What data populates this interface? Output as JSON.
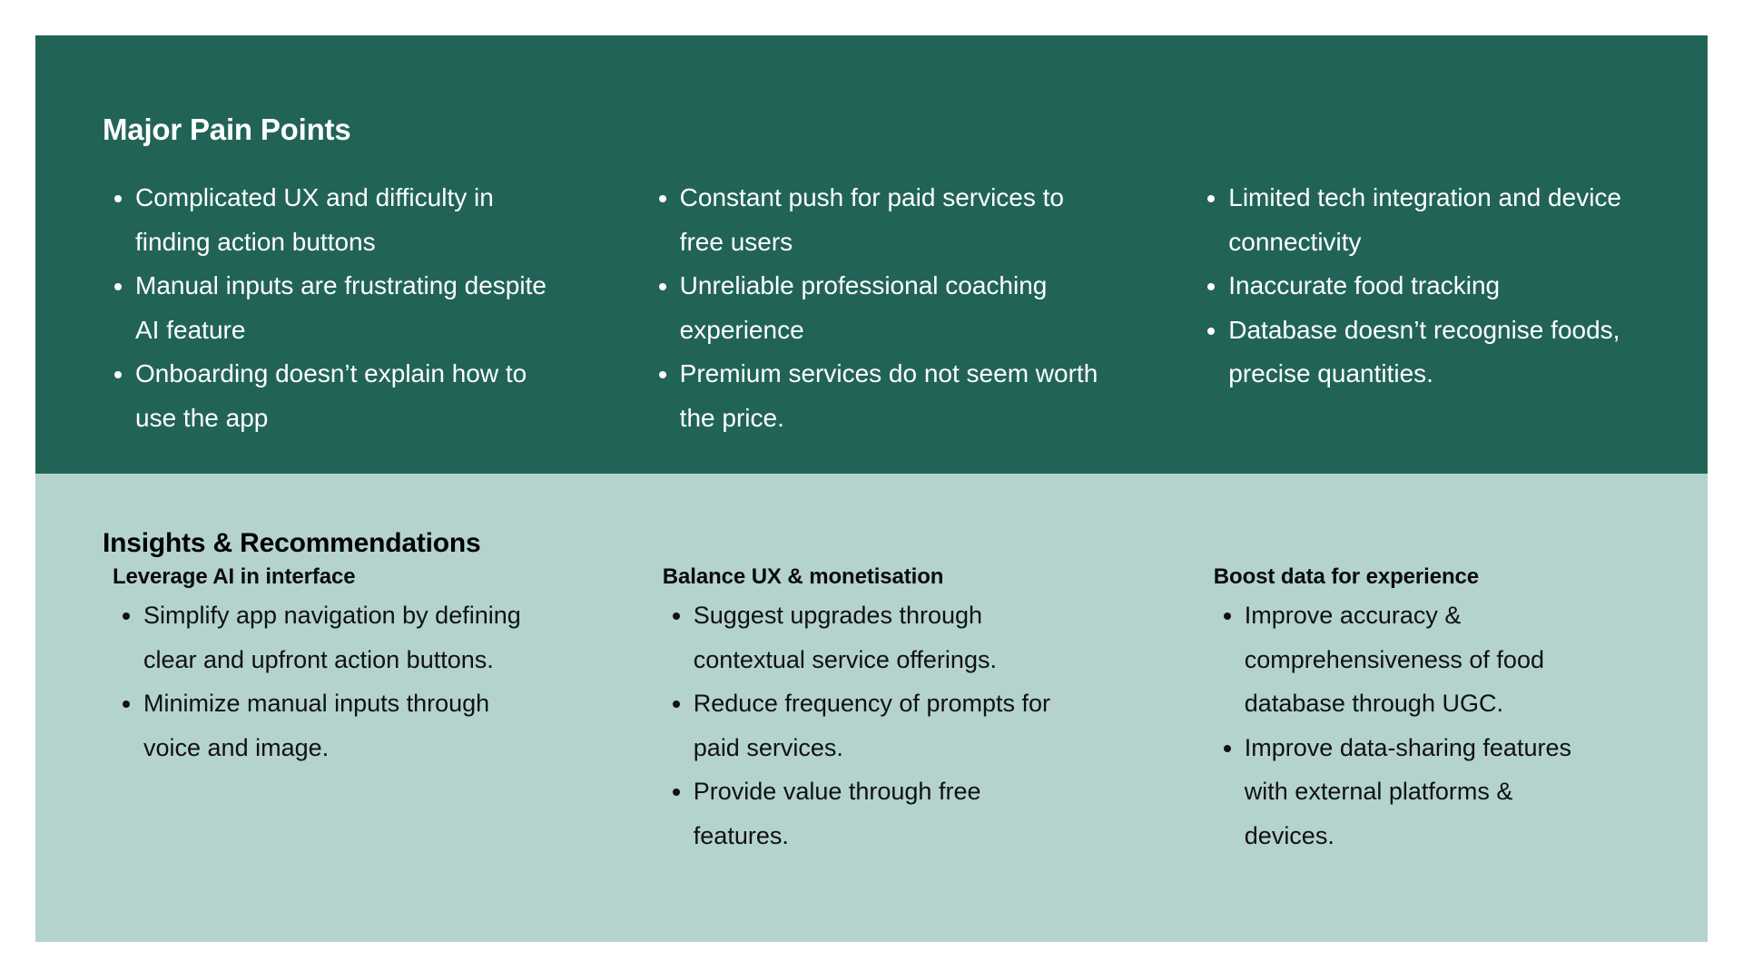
{
  "colors": {
    "pain_bg": "#216457",
    "insights_bg": "#b4d3cd",
    "page_bg": "#ffffff",
    "pain_text": "#ffffff",
    "insights_text": "#111111"
  },
  "pain": {
    "title": "Major Pain Points",
    "columns": [
      {
        "items": [
          "Complicated UX and difficulty in finding action buttons",
          "Manual inputs are frustrating despite AI feature",
          "Onboarding doesn’t explain how to use the app"
        ]
      },
      {
        "items": [
          "Constant push for paid services to free users",
          "Unreliable professional coaching experience",
          "Premium services do not seem worth the price."
        ]
      },
      {
        "items": [
          "Limited tech integration and device connectivity",
          "Inaccurate food tracking",
          "Database doesn’t recognise foods, precise quantities."
        ]
      }
    ]
  },
  "insights": {
    "title": "Insights & Recommendations",
    "columns": [
      {
        "heading": "Leverage AI in interface",
        "items": [
          "Simplify app navigation by defining clear and upfront action buttons.",
          "Minimize manual inputs through voice and image."
        ]
      },
      {
        "heading": "Balance UX & monetisation",
        "items": [
          "Suggest upgrades through contextual service offerings.",
          "Reduce frequency of prompts for paid services.",
          "Provide value through free features."
        ]
      },
      {
        "heading": "Boost data for experience",
        "items": [
          "Improve accuracy & comprehensiveness of food database through UGC.",
          "Improve data-sharing features with external platforms & devices."
        ]
      }
    ]
  }
}
